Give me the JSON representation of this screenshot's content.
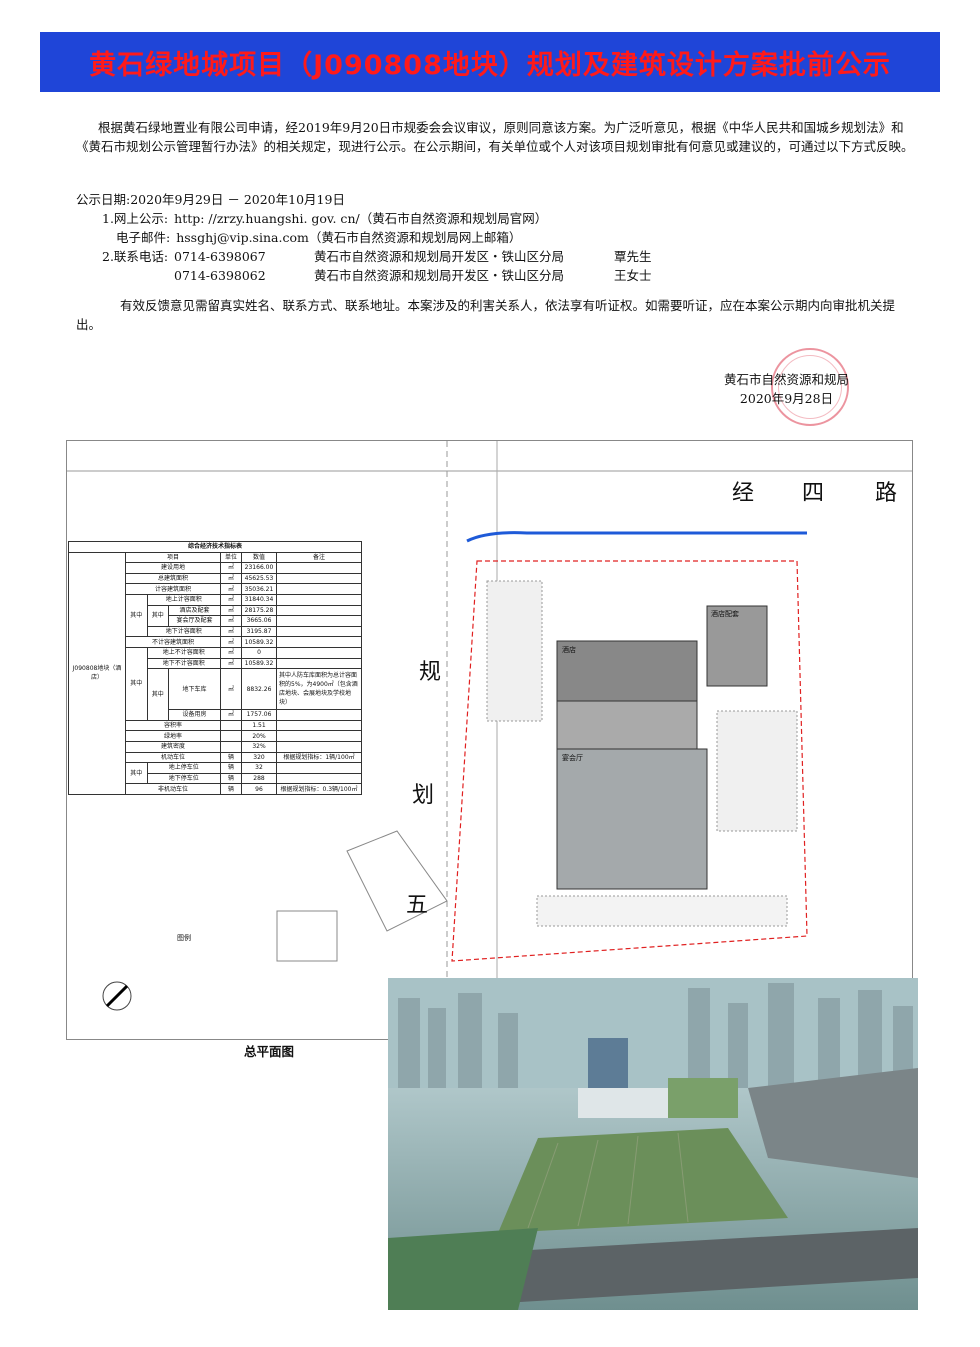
{
  "header": {
    "title": "黄石绿地城项目（J090808地块）规划及建筑设计方案批前公示"
  },
  "intro": {
    "text": "根据黄石绿地置业有限公司申请，经2019年9月20日市规委会会议审议，原则同意该方案。为广泛听意见，根据《中华人民共和国城乡规划法》和《黄石市规划公示管理暂行办法》的相关规定，现进行公示。在公示期间，有关单位或个人对该项目规划审批有何意见或建议的，可通过以下方式反映。"
  },
  "contact": {
    "date_label": "公示日期:2020年9月29日 － 2020年10月19日",
    "web_label": "1.网上公示:",
    "web_value": "http: //zrzy.huangshi. gov. cn/（黄石市自然资源和规划局官网）",
    "email_label": "电子邮件:",
    "email_value": "hssghj@vip.sina.com（黄石市自然资源和规划局网上邮箱）",
    "phone_label": "2.联系电话:",
    "phones": [
      {
        "number": "0714-6398067",
        "office": "黄石市自然资源和规划局开发区・铁山区分局",
        "person": "覃先生"
      },
      {
        "number": "0714-6398062",
        "office": "黄石市自然资源和规划局开发区・铁山区分局",
        "person": "王女士"
      }
    ]
  },
  "note": {
    "text": "有效反馈意见需留真实姓名、联系方式、联系地址。本案涉及的利害关系人，依法享有听证权。如需要听证，应在本案公示期内向审批机关提出。"
  },
  "signature": {
    "org": "黄石市自然资源和规局",
    "date": "2020年9月28日"
  },
  "plan": {
    "caption": "总平面图",
    "road_top": [
      "经",
      "四",
      "路"
    ],
    "road_left": [
      "规",
      "划",
      "五"
    ],
    "table": {
      "title": "综合经济技术指标表",
      "headers": [
        "项目",
        "单位",
        "数值",
        "备注"
      ],
      "block_label": "J090808地块（酒店）",
      "rows": [
        {
          "name": "建设用地",
          "unit": "㎡",
          "value": "23166.00",
          "note": ""
        },
        {
          "name": "总建筑面积",
          "unit": "㎡",
          "value": "45625.53",
          "note": ""
        },
        {
          "name": "计容建筑面积",
          "unit": "㎡",
          "value": "35036.21",
          "note": ""
        },
        {
          "name": "地上计容面积",
          "unit": "㎡",
          "value": "31840.34",
          "note": ""
        },
        {
          "name": "酒店及配套",
          "unit": "㎡",
          "value": "28175.28",
          "note": ""
        },
        {
          "name": "宴会厅及配套",
          "unit": "㎡",
          "value": "3665.06",
          "note": ""
        },
        {
          "name": "地下计容面积",
          "unit": "㎡",
          "value": "3195.87",
          "note": ""
        },
        {
          "name": "不计容建筑面积",
          "unit": "㎡",
          "value": "10589.32",
          "note": ""
        },
        {
          "name": "地上不计容面积",
          "unit": "㎡",
          "value": "0",
          "note": ""
        },
        {
          "name": "地下不计容面积",
          "unit": "㎡",
          "value": "10589.32",
          "note": ""
        },
        {
          "name": "地下车库",
          "unit": "㎡",
          "value": "8832.26",
          "note": "其中人防车库面积为总计容面积的5%，为4900㎡（包含酒店地块、会展地块及学校地块）"
        },
        {
          "name": "设备用房",
          "unit": "㎡",
          "value": "1757.06",
          "note": ""
        },
        {
          "name": "容积率",
          "unit": "",
          "value": "1.51",
          "note": ""
        },
        {
          "name": "绿地率",
          "unit": "",
          "value": "20%",
          "note": ""
        },
        {
          "name": "建筑密度",
          "unit": "",
          "value": "32%",
          "note": ""
        },
        {
          "name": "机动车位",
          "unit": "辆",
          "value": "320",
          "note": "根据规划指标：1辆/100㎡"
        },
        {
          "name": "地上停车位",
          "unit": "辆",
          "value": "32",
          "note": ""
        },
        {
          "name": "地下停车位",
          "unit": "辆",
          "value": "288",
          "note": ""
        },
        {
          "name": "非机动车位",
          "unit": "辆",
          "value": "96",
          "note": "根据规划指标：0.3辆/100㎡"
        }
      ],
      "group_label": "其中"
    },
    "building_labels": {
      "hotel": "酒店",
      "hotel_annex": "酒店配套",
      "banquet": "宴会厅"
    },
    "legend_title": "图例"
  }
}
